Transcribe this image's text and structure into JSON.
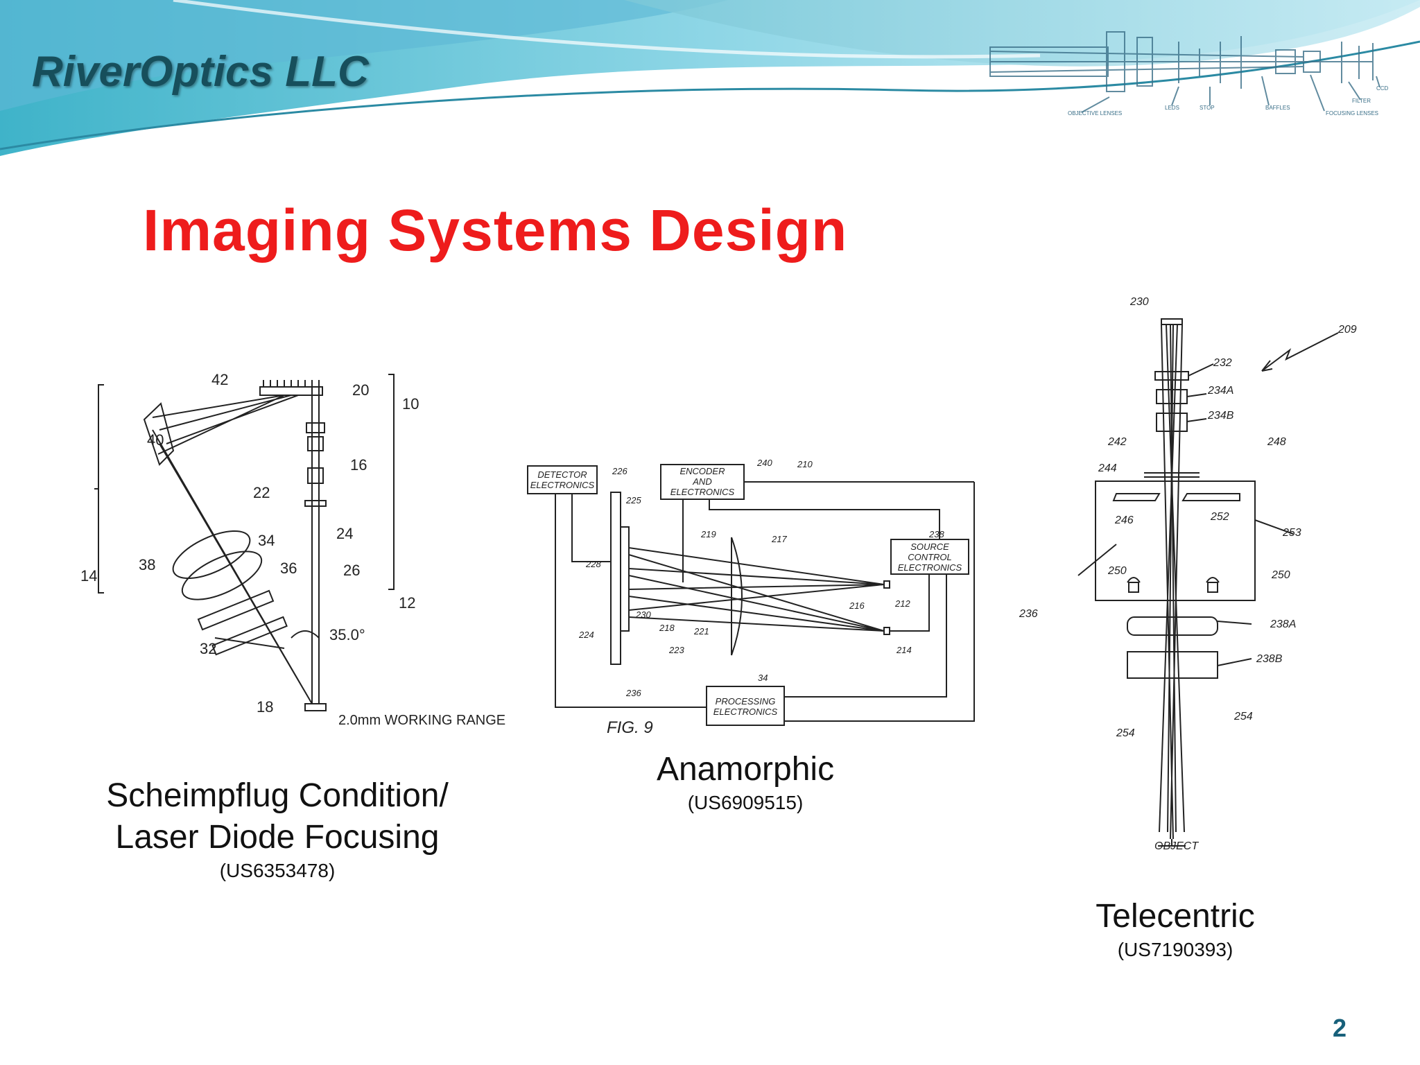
{
  "header": {
    "logo": "RiverOptics LLC",
    "banner_labels": [
      "OBJECTIVE LENSES",
      "LEDS",
      "STOP",
      "BAFFLES",
      "FOCUSING LENSES",
      "FILTER",
      "CCD"
    ]
  },
  "slide": {
    "title": "Imaging Systems Design",
    "page_number": "2"
  },
  "figures": {
    "scheimpflug": {
      "caption_lines": [
        "Scheimpflug Condition/",
        "Laser Diode Focusing"
      ],
      "patent": "(US6353478)",
      "labels": [
        "42",
        "20",
        "10",
        "40",
        "16",
        "22",
        "24",
        "34",
        "14",
        "38",
        "36",
        "26",
        "12",
        "35.0°",
        "32",
        "18",
        "2.0mm WORKING RANGE"
      ]
    },
    "anamorphic": {
      "caption": "Anamorphic",
      "patent": "(US6909515)",
      "labels": {
        "detector": [
          "DETECTOR",
          "ELECTRONICS"
        ],
        "encoder": [
          "ENCODER",
          "AND",
          "ELECTRONICS"
        ],
        "source": [
          "SOURCE",
          "CONTROL",
          "ELECTRONICS"
        ],
        "processing": [
          "PROCESSING",
          "ELECTRONICS"
        ],
        "fig": "FIG. 9",
        "refs": [
          "226",
          "225",
          "240",
          "210",
          "219",
          "217",
          "238",
          "228",
          "216",
          "212",
          "230",
          "218",
          "221",
          "224",
          "223",
          "214",
          "34",
          "236"
        ]
      }
    },
    "telecentric": {
      "caption": "Telecentric",
      "patent": "(US7190393)",
      "labels": [
        "230",
        "209",
        "232",
        "234A",
        "234B",
        "242",
        "248",
        "244",
        "246",
        "252",
        "253",
        "250",
        "250",
        "236",
        "238A",
        "238B",
        "254",
        "254",
        "OBJECT"
      ]
    }
  }
}
